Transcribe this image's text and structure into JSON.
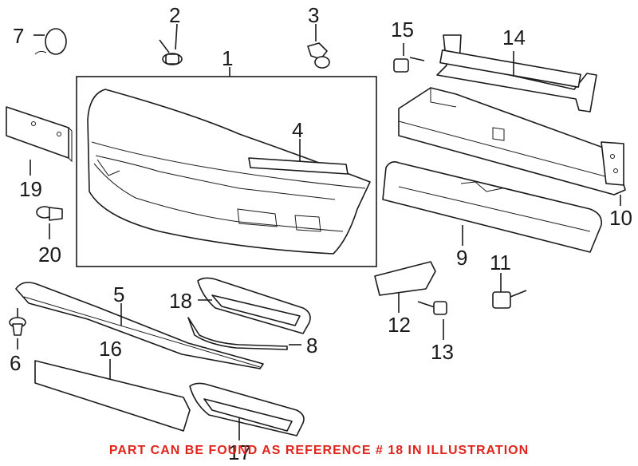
{
  "diagram": {
    "callouts": [
      {
        "id": "1",
        "label": "1"
      },
      {
        "id": "2",
        "label": "2"
      },
      {
        "id": "3",
        "label": "3"
      },
      {
        "id": "4",
        "label": "4"
      },
      {
        "id": "5",
        "label": "5"
      },
      {
        "id": "6",
        "label": "6"
      },
      {
        "id": "7",
        "label": "7"
      },
      {
        "id": "8",
        "label": "8"
      },
      {
        "id": "9",
        "label": "9"
      },
      {
        "id": "10",
        "label": "10"
      },
      {
        "id": "11",
        "label": "11"
      },
      {
        "id": "12",
        "label": "12"
      },
      {
        "id": "13",
        "label": "13"
      },
      {
        "id": "14",
        "label": "14"
      },
      {
        "id": "15",
        "label": "15"
      },
      {
        "id": "16",
        "label": "16"
      },
      {
        "id": "17",
        "label": "17"
      },
      {
        "id": "18",
        "label": "18"
      },
      {
        "id": "19",
        "label": "19"
      },
      {
        "id": "20",
        "label": "20"
      }
    ]
  },
  "notice": {
    "text": "PART CAN BE FOUND AS REFERENCE # 18 IN ILLUSTRATION",
    "color": "#e0241b"
  }
}
